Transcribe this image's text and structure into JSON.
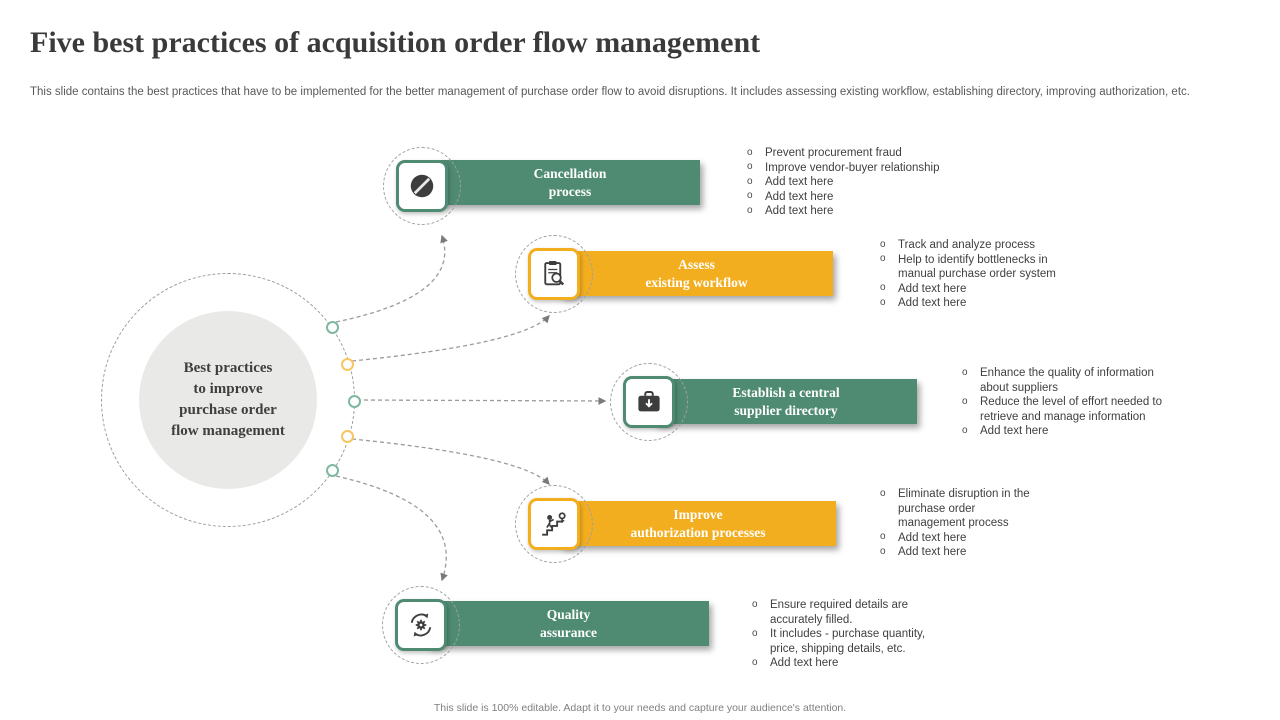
{
  "slide": {
    "title": "Five best practices of acquisition order flow management",
    "subtitle": "This slide contains the best practices that have to be implemented for the better management of purchase order flow to avoid disruptions. It includes assessing existing workflow, establishing directory, improving authorization, etc.",
    "footer": "This slide is 100% editable. Adapt it to your needs and capture your audience's attention."
  },
  "center": {
    "label": "Best practices\nto improve\npurchase order\nflow management"
  },
  "colors": {
    "green": "#4f8b72",
    "yellow": "#f3ae1f",
    "center_fill": "#e9e9e8",
    "text": "#3f3f3f"
  },
  "practices": [
    {
      "label": "Cancellation\nprocess",
      "color": "green",
      "icon": "cancel-circle-icon",
      "bullets": [
        "Prevent procurement fraud",
        "Improve vendor-buyer relationship",
        "Add text here",
        "Add text here",
        "Add text here"
      ]
    },
    {
      "label": "Assess\nexisting workflow",
      "color": "yellow",
      "icon": "clipboard-magnifier-icon",
      "bullets": [
        "Track and analyze process",
        "Help to identify bottlenecks in manual purchase order system",
        "Add text here",
        "Add text here"
      ]
    },
    {
      "label": "Establish a central\nsupplier directory",
      "color": "green",
      "icon": "briefcase-download-icon",
      "bullets": [
        "Enhance the quality of information about suppliers",
        "Reduce the level of effort needed to retrieve and manage information",
        "Add text here"
      ]
    },
    {
      "label": "Improve\nauthorization processes",
      "color": "yellow",
      "icon": "stairs-key-icon",
      "bullets": [
        "Eliminate disruption in the purchase order management process",
        "Add text here",
        "Add text here"
      ]
    },
    {
      "label": "Quality\nassurance",
      "color": "green",
      "icon": "gears-sync-icon",
      "bullets": [
        "Ensure required details are accurately filled.",
        "It includes -  purchase quantity, price, shipping details, etc.",
        "Add text here"
      ]
    }
  ]
}
